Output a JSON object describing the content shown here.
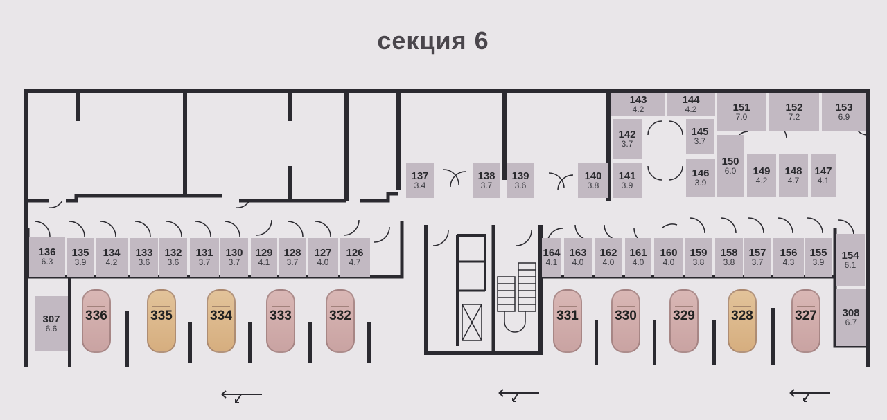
{
  "title": "секция 6",
  "colors": {
    "background": "#e9e6e9",
    "wall": "#2b2a30",
    "storage_room": "#c2b9c2",
    "car_pink": "#d4b0ae",
    "car_gold": "#dcb98c"
  },
  "storage_rooms": [
    {
      "number": "136",
      "area": "6.3"
    },
    {
      "number": "135",
      "area": "3.9"
    },
    {
      "number": "134",
      "area": "4.2"
    },
    {
      "number": "133",
      "area": "3.6"
    },
    {
      "number": "132",
      "area": "3.6"
    },
    {
      "number": "131",
      "area": "3.7"
    },
    {
      "number": "130",
      "area": "3.7"
    },
    {
      "number": "129",
      "area": "4.1"
    },
    {
      "number": "128",
      "area": "3.7"
    },
    {
      "number": "127",
      "area": "4.0"
    },
    {
      "number": "126",
      "area": "4.7"
    },
    {
      "number": "137",
      "area": "3.4"
    },
    {
      "number": "138",
      "area": "3.7"
    },
    {
      "number": "139",
      "area": "3.6"
    },
    {
      "number": "140",
      "area": "3.8"
    },
    {
      "number": "141",
      "area": "3.9"
    },
    {
      "number": "142",
      "area": "3.7"
    },
    {
      "number": "143",
      "area": "4.2"
    },
    {
      "number": "144",
      "area": "4.2"
    },
    {
      "number": "145",
      "area": "3.7"
    },
    {
      "number": "146",
      "area": "3.9"
    },
    {
      "number": "150",
      "area": "6.0"
    },
    {
      "number": "149",
      "area": "4.2"
    },
    {
      "number": "148",
      "area": "4.7"
    },
    {
      "number": "147",
      "area": "4.1"
    },
    {
      "number": "151",
      "area": "7.0"
    },
    {
      "number": "152",
      "area": "7.2"
    },
    {
      "number": "153",
      "area": "6.9"
    },
    {
      "number": "164",
      "area": "4.1"
    },
    {
      "number": "163",
      "area": "4.0"
    },
    {
      "number": "162",
      "area": "4.0"
    },
    {
      "number": "161",
      "area": "4.0"
    },
    {
      "number": "160",
      "area": "4.0"
    },
    {
      "number": "159",
      "area": "3.8"
    },
    {
      "number": "158",
      "area": "3.8"
    },
    {
      "number": "157",
      "area": "3.7"
    },
    {
      "number": "156",
      "area": "4.3"
    },
    {
      "number": "155",
      "area": "3.9"
    },
    {
      "number": "154",
      "area": "6.1"
    },
    {
      "number": "307",
      "area": "6.6"
    },
    {
      "number": "308",
      "area": "6.7"
    }
  ],
  "parking_spots": [
    {
      "number": "336",
      "color": "pink"
    },
    {
      "number": "335",
      "color": "gold"
    },
    {
      "number": "334",
      "color": "gold"
    },
    {
      "number": "333",
      "color": "pink"
    },
    {
      "number": "332",
      "color": "pink"
    },
    {
      "number": "331",
      "color": "pink"
    },
    {
      "number": "330",
      "color": "pink"
    },
    {
      "number": "329",
      "color": "pink"
    },
    {
      "number": "328",
      "color": "gold"
    },
    {
      "number": "327",
      "color": "pink"
    }
  ]
}
